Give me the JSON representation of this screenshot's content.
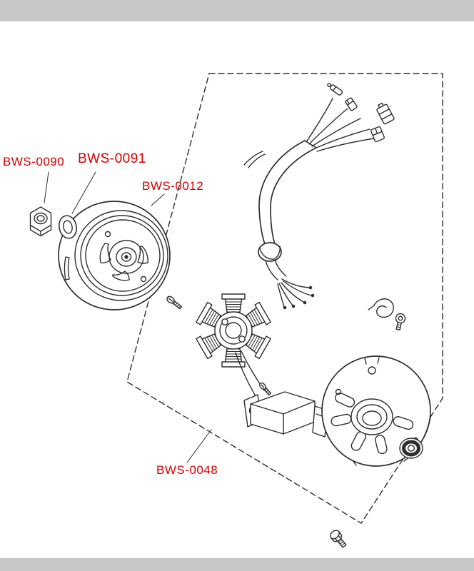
{
  "page": {
    "background_color": "#ffffff",
    "letterbox_color": "#c8c8c8"
  },
  "diagram": {
    "label_color": "#d40000",
    "line_color": "#2e2e2e",
    "labels": [
      "BWS-0090",
      "BWS-0091",
      "BWS-0012",
      "BWS-0048"
    ]
  }
}
